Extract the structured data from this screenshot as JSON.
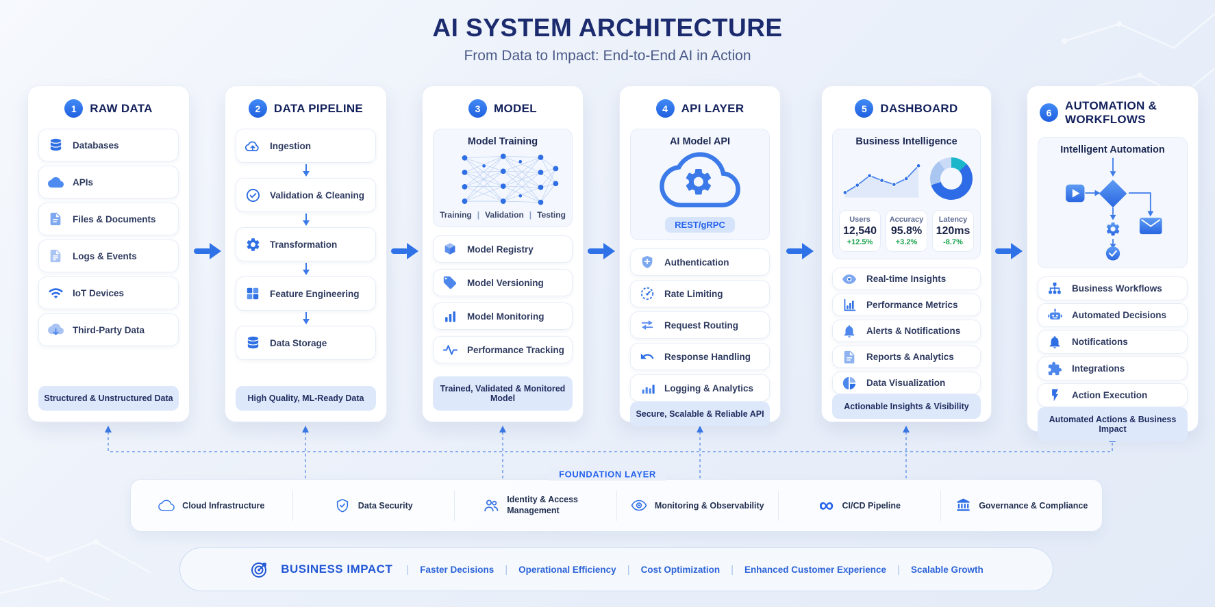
{
  "title": "AI SYSTEM ARCHITECTURE",
  "subtitle": "From Data to Impact: End-to-End AI in Action",
  "colors": {
    "accent_blue": "#2f6fe4",
    "title_navy": "#1b2b6e",
    "green_delta": "#18a34c",
    "teal": "#1bb6ca",
    "light_blue": "#a9c6f1",
    "pill_bg": "#dde8fb"
  },
  "columns": [
    {
      "number": "1",
      "title": "RAW DATA",
      "items": [
        {
          "icon": "database-icon",
          "label": "Databases"
        },
        {
          "icon": "cloud-icon",
          "label": "APIs"
        },
        {
          "icon": "file-icon",
          "label": "Files & Documents"
        },
        {
          "icon": "log-file-icon",
          "label": "Logs & Events"
        },
        {
          "icon": "wifi-icon",
          "label": "IoT Devices"
        },
        {
          "icon": "cloud-download-icon",
          "label": "Third-Party Data"
        }
      ],
      "footer": "Structured & Unstructured Data"
    },
    {
      "number": "2",
      "title": "DATA PIPELINE",
      "items": [
        {
          "icon": "cloud-upload-icon",
          "label": "Ingestion"
        },
        {
          "icon": "check-circle-icon",
          "label": "Validation & Cleaning"
        },
        {
          "icon": "gear-icon",
          "label": "Transformation"
        },
        {
          "icon": "grid-icon",
          "label": "Feature Engineering"
        },
        {
          "icon": "database-icon",
          "label": "Data Storage"
        }
      ],
      "footer": "High Quality, ML-Ready Data"
    },
    {
      "number": "3",
      "title": "MODEL",
      "card": {
        "title": "Model Training",
        "caption": [
          "Training",
          "Validation",
          "Testing"
        ]
      },
      "items": [
        {
          "icon": "cube-icon",
          "label": "Model Registry"
        },
        {
          "icon": "tag-icon",
          "label": "Model Versioning"
        },
        {
          "icon": "bar-chart-icon",
          "label": "Model Monitoring"
        },
        {
          "icon": "pulse-icon",
          "label": "Performance Tracking"
        }
      ],
      "footer": "Trained, Validated & Monitored Model"
    },
    {
      "number": "4",
      "title": "API LAYER",
      "card": {
        "title": "AI Model API",
        "badge": "REST/gRPC"
      },
      "items": [
        {
          "icon": "shield-plus-icon",
          "label": "Authentication"
        },
        {
          "icon": "speedometer-icon",
          "label": "Rate Limiting"
        },
        {
          "icon": "route-arrows-icon",
          "label": "Request Routing"
        },
        {
          "icon": "return-arrow-icon",
          "label": "Response Handling"
        },
        {
          "icon": "bar-chart-icon",
          "label": "Logging & Analytics"
        }
      ],
      "footer": "Secure, Scalable & Reliable API"
    },
    {
      "number": "5",
      "title": "DASHBOARD",
      "card": {
        "title": "Business Intelligence",
        "line_points": [
          12,
          32,
          58,
          45,
          34,
          50,
          85
        ],
        "donut": [
          {
            "color": "#1bb6ca",
            "pct": 13
          },
          {
            "color": "#2e6be6",
            "pct": 57
          },
          {
            "color": "#a9c6f1",
            "pct": 20
          },
          {
            "color": "#c9dbf6",
            "pct": 10
          }
        ],
        "stats": [
          {
            "label": "Users",
            "value": "12,540",
            "delta": "+12.5%"
          },
          {
            "label": "Accuracy",
            "value": "95.8%",
            "delta": "+3.2%"
          },
          {
            "label": "Latency",
            "value": "120ms",
            "delta": "-8.7%"
          }
        ]
      },
      "items": [
        {
          "icon": "eye-icon",
          "label": "Real-time Insights"
        },
        {
          "icon": "bar-chart-icon",
          "label": "Performance Metrics"
        },
        {
          "icon": "bell-icon",
          "label": "Alerts & Notifications"
        },
        {
          "icon": "report-icon",
          "label": "Reports & Analytics"
        },
        {
          "icon": "pie-chart-icon",
          "label": "Data Visualization"
        }
      ],
      "footer": "Actionable Insights & Visibility"
    },
    {
      "number": "6",
      "title": "AUTOMATION & WORKFLOWS",
      "card": {
        "title": "Intelligent Automation"
      },
      "items": [
        {
          "icon": "workflow-icon",
          "label": "Business Workflows"
        },
        {
          "icon": "robot-icon",
          "label": "Automated Decisions"
        },
        {
          "icon": "bell-icon",
          "label": "Notifications"
        },
        {
          "icon": "puzzle-icon",
          "label": "Integrations"
        },
        {
          "icon": "lightning-icon",
          "label": "Action Execution"
        }
      ],
      "footer": "Automated Actions & Business Impact"
    }
  ],
  "foundation": {
    "label": "FOUNDATION LAYER",
    "items": [
      {
        "icon": "cloud-icon",
        "label": "Cloud Infrastructure"
      },
      {
        "icon": "shield-check-icon",
        "label": "Data Security"
      },
      {
        "icon": "people-icon",
        "label": "Identity & Access Management"
      },
      {
        "icon": "eye-icon",
        "label": "Monitoring & Observability"
      },
      {
        "icon": "infinity-icon",
        "label": "CI/CD Pipeline"
      },
      {
        "icon": "bank-icon",
        "label": "Governance & Compliance"
      }
    ]
  },
  "impact": {
    "icon": "target-icon",
    "label": "BUSINESS IMPACT",
    "items": [
      "Faster Decisions",
      "Operational Efficiency",
      "Cost Optimization",
      "Enhanced Customer Experience",
      "Scalable Growth"
    ]
  }
}
